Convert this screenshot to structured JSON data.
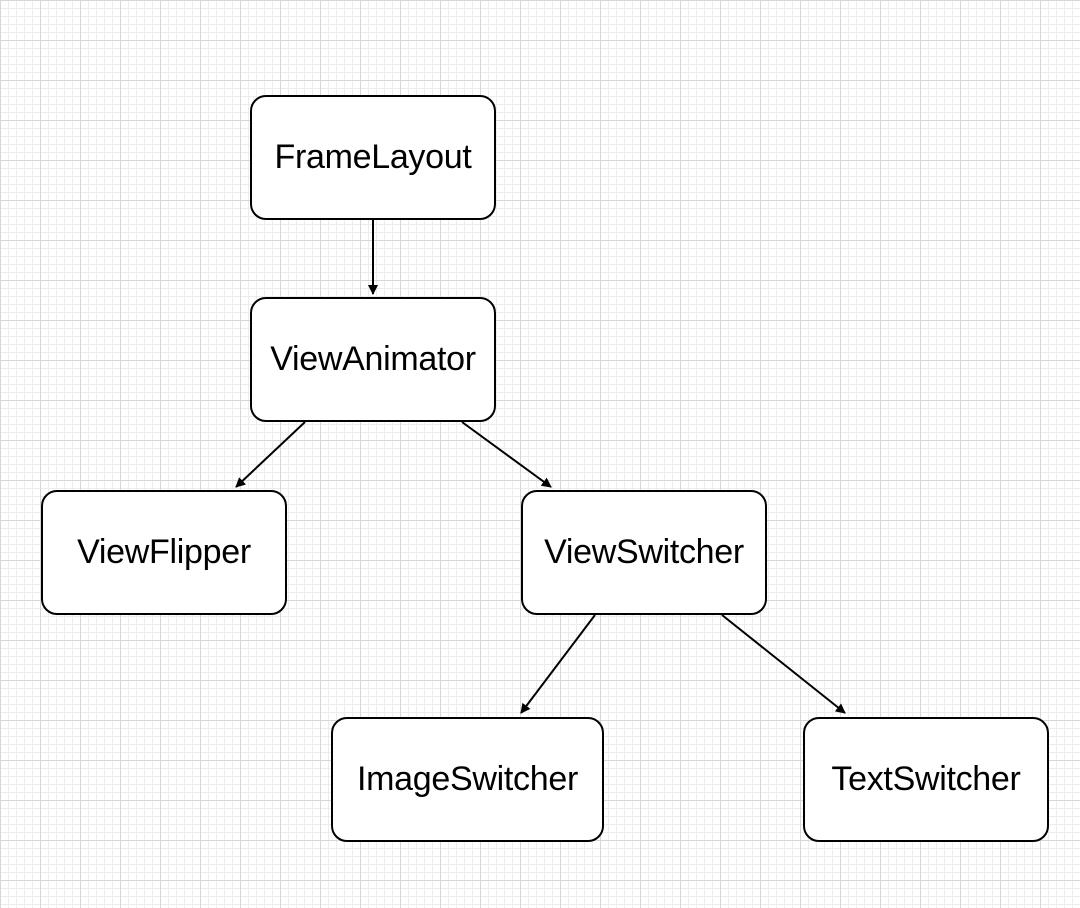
{
  "diagram": {
    "nodes": [
      {
        "id": "framelayout",
        "label": "FrameLayout"
      },
      {
        "id": "viewanimator",
        "label": "ViewAnimator"
      },
      {
        "id": "viewflipper",
        "label": "ViewFlipper"
      },
      {
        "id": "viewswitcher",
        "label": "ViewSwitcher"
      },
      {
        "id": "imageswitcher",
        "label": "ImageSwitcher"
      },
      {
        "id": "textswitcher",
        "label": "TextSwitcher"
      }
    ],
    "edges": [
      {
        "from": "FrameLayout",
        "to": "ViewAnimator"
      },
      {
        "from": "ViewAnimator",
        "to": "ViewFlipper"
      },
      {
        "from": "ViewAnimator",
        "to": "ViewSwitcher"
      },
      {
        "from": "ViewSwitcher",
        "to": "ImageSwitcher"
      },
      {
        "from": "ViewSwitcher",
        "to": "TextSwitcher"
      }
    ]
  }
}
